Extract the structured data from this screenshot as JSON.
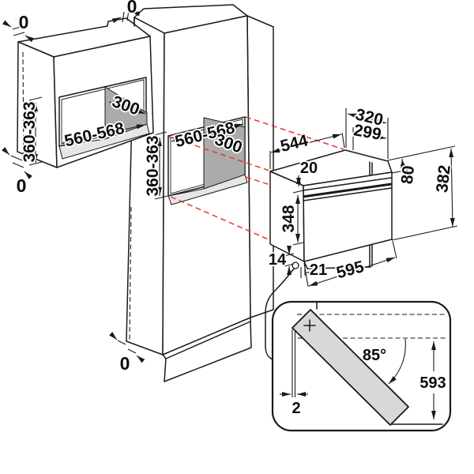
{
  "colors": {
    "line": "#1a1a1a",
    "cabinet_panel_gray": "#ababab",
    "niche_floor_gray": "#e6e6e6",
    "door_gray": "#d8d8d8",
    "projection_red": "#e8362c"
  },
  "wall_cabinet": {
    "gap_top": "0",
    "gap_rear": "0",
    "gap_bottom": "0",
    "niche_width": "560-568",
    "niche_depth": "300",
    "niche_height": "360-363"
  },
  "tall_cabinet": {
    "niche_width": "560-568",
    "niche_depth": "300",
    "niche_height": "360-363",
    "gap_bottom": "0"
  },
  "oven": {
    "body_depth": "544",
    "overall_depth": "320",
    "body_top_depth": "299",
    "top_clearance": "20",
    "front_panel_height": "80",
    "overall_height": "382",
    "body_height": "348",
    "bottom_clearance": "14",
    "door_offset": "21",
    "width": "595"
  },
  "door_detail": {
    "opening_angle": "85°",
    "door_swing_height": "593",
    "front_clearance": "2"
  }
}
